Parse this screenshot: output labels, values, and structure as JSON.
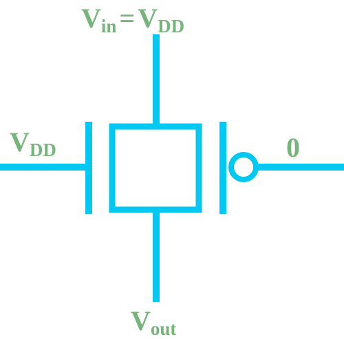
{
  "labels": {
    "top": {
      "main": "V",
      "sub1": "in",
      "equals": "=",
      "main2": "V",
      "sub2": "DD"
    },
    "left": {
      "main": "V",
      "sub": "DD"
    },
    "right": {
      "value": "0"
    },
    "bottom": {
      "main": "V",
      "sub": "out"
    }
  },
  "colors": {
    "wire": "#00c8f2",
    "label": "#77b47b",
    "background": "#ffffff"
  }
}
